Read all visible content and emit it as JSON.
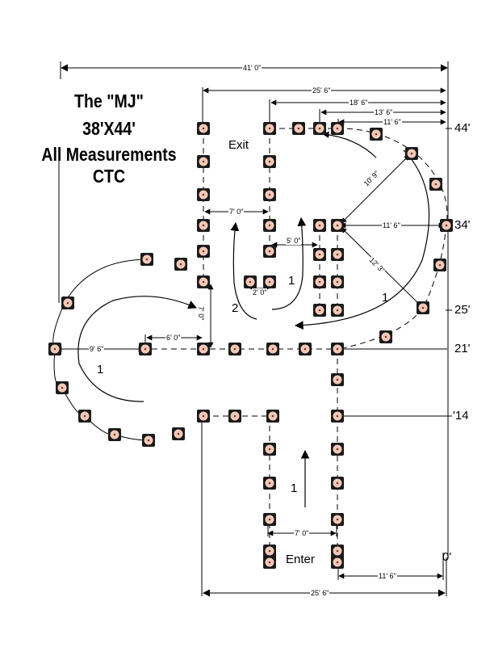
{
  "title": {
    "line1": "The \"MJ\"",
    "line2": "38'X44'",
    "line3": "All Measurements CTC"
  },
  "labels": {
    "exit": "Exit",
    "enter": "Enter"
  },
  "row_markers": [
    "44'",
    "34'",
    "25'",
    "21'",
    "'14",
    "0'"
  ],
  "dimensions": {
    "top_41": "41' 0\"",
    "top_25_6": "25' 6\"",
    "top_18_6": "18' 6\"",
    "top_13_6": "13' 6\"",
    "top_11_6": "11' 6\"",
    "mid_7_0": "7' 0\"",
    "mid_5_0": "5' 0\"",
    "mid_2_0": "2' 0\"",
    "right_11_6": "11' 6\"",
    "diag_10_9": "10' 9\"",
    "diag_12_3": "12' 3\"",
    "vert_7_0": "7' 0\"",
    "left_9_6": "9' 6\"",
    "left_6_0": "6' 0\"",
    "chute_7_0": "7' 0\"",
    "bottom_11_6": "11' 6\"",
    "bottom_25_6": "25' 6\""
  },
  "path_numbers": {
    "left_circle": "1",
    "middle_2": "2",
    "middle_1": "1",
    "right_circle": "1",
    "entry": "1"
  },
  "colors": {
    "post_fill": "#f2c9b8",
    "post_border": "#1a1a1a",
    "line": "#000000"
  }
}
